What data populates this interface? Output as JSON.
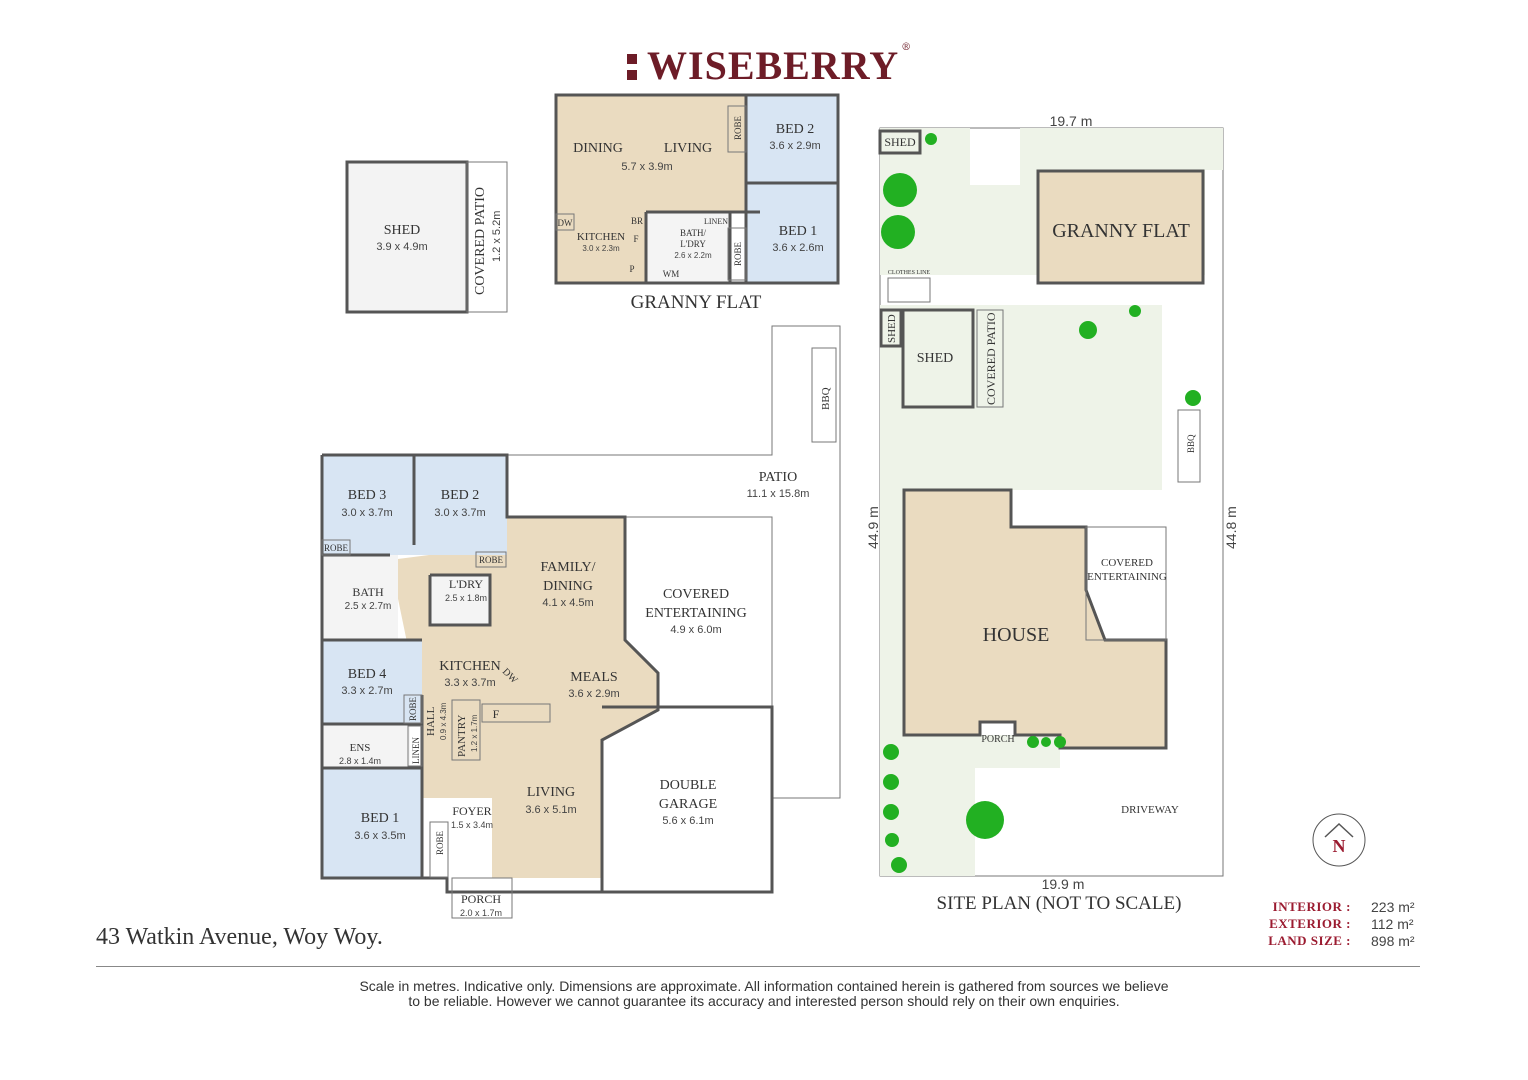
{
  "brand": {
    "name": "WISEBERRY",
    "reg_mark": "®",
    "color": "#6d1c27"
  },
  "colors": {
    "bedroom": "#d8e5f3",
    "living": "#eadbc0",
    "accent": "#9b1b30",
    "tree": "#22b022"
  },
  "granny_flat": {
    "title": "GRANNY FLAT",
    "dining_label": "DINING",
    "living_label": "LIVING",
    "dining_living_dim": "5.7 x 3.9m",
    "robe1": "ROBE",
    "robe2": "ROBE",
    "bed2_name": "BED 2",
    "bed2_dim": "3.6 x 2.9m",
    "bed1_name": "BED 1",
    "bed1_dim": "3.6 x 2.6m",
    "kitchen_name": "KITCHEN",
    "kitchen_dim": "3.0 x 2.3m",
    "bath_name1": "BATH/",
    "bath_name2": "L'DRY",
    "bath_dim": "2.6 x 2.2m",
    "dw": "DW",
    "br": "BR",
    "f": "F",
    "p": "P",
    "wm": "WM",
    "linen": "LINEN"
  },
  "shed_block": {
    "shed_name": "SHED",
    "shed_dim": "3.9 x 4.9m",
    "patio_name": "COVERED PATIO",
    "patio_dim": "1.2 x 5.2m"
  },
  "house": {
    "bed3_name": "BED 3",
    "bed3_dim": "3.0 x 3.7m",
    "bed2_name": "BED 2",
    "bed2_dim": "3.0 x 3.7m",
    "robe_a": "ROBE",
    "robe_b": "ROBE",
    "robe_c": "ROBE",
    "robe_d": "ROBE",
    "bath_name": "BATH",
    "bath_dim": "2.5 x 2.7m",
    "ldry_name": "L'DRY",
    "ldry_dim": "2.5 x 1.8m",
    "family1": "FAMILY/",
    "family2": "DINING",
    "family_dim": "4.1 x 4.5m",
    "kitchen_name": "KITCHEN",
    "kitchen_dim": "3.3 x 3.7m",
    "dw": "DW",
    "meals_name": "MEALS",
    "meals_dim": "3.6 x 2.9m",
    "bed4_name": "BED 4",
    "bed4_dim": "3.3 x 2.7m",
    "hall_name": "HALL",
    "hall_dim": "0.9 x 4.3m",
    "pantry_name": "PANTRY",
    "pantry_dim": "1.2 x 1.7m",
    "f": "F",
    "ens_name": "ENS",
    "ens_dim": "2.8 x 1.4m",
    "linen": "LINEN",
    "living_name": "LIVING",
    "living_dim": "3.6 x 5.1m",
    "foyer_name": "FOYER",
    "foyer_dim": "1.5 x 3.4m",
    "bed1_name": "BED 1",
    "bed1_dim": "3.6 x 3.5m",
    "porch_name": "PORCH",
    "porch_dim": "2.0 x 1.7m",
    "covered_ent1": "COVERED",
    "covered_ent2": "ENTERTAINING",
    "covered_ent_dim": "4.9 x 6.0m",
    "garage1": "DOUBLE",
    "garage2": "GARAGE",
    "garage_dim": "5.6 x 6.1m",
    "patio_name": "PATIO",
    "patio_dim": "11.1 x 15.8m",
    "bbq": "BBQ"
  },
  "site_plan": {
    "title": "SITE PLAN (NOT TO SCALE)",
    "top_width": "19.7 m",
    "bottom_width": "19.9 m",
    "left_depth": "44.9 m",
    "right_depth": "44.8 m",
    "shed_small": "SHED",
    "granny_flat": "GRANNY FLAT",
    "clothes_line": "CLOTHES LINE",
    "shed_vert": "SHED",
    "shed": "SHED",
    "covered_patio": "COVERED PATIO",
    "bbq": "BBQ",
    "house": "HOUSE",
    "covered1": "COVERED",
    "covered2": "ENTERTAINING",
    "porch": "PORCH",
    "driveway": "DRIVEWAY",
    "north": "N"
  },
  "address": "43 Watkin Avenue, Woy Woy.",
  "stats": [
    {
      "label": "INTERIOR :",
      "value": "223 m²"
    },
    {
      "label": "EXTERIOR :",
      "value": "112 m²"
    },
    {
      "label": "LAND SIZE :",
      "value": "898 m²"
    }
  ],
  "disclaimer": {
    "line1": "Scale in metres. Indicative only. Dimensions are approximate. All information contained herein is gathered from sources we believe",
    "line2": "to be reliable. However we cannot guarantee its accuracy and interested person should rely on their own enquiries."
  }
}
